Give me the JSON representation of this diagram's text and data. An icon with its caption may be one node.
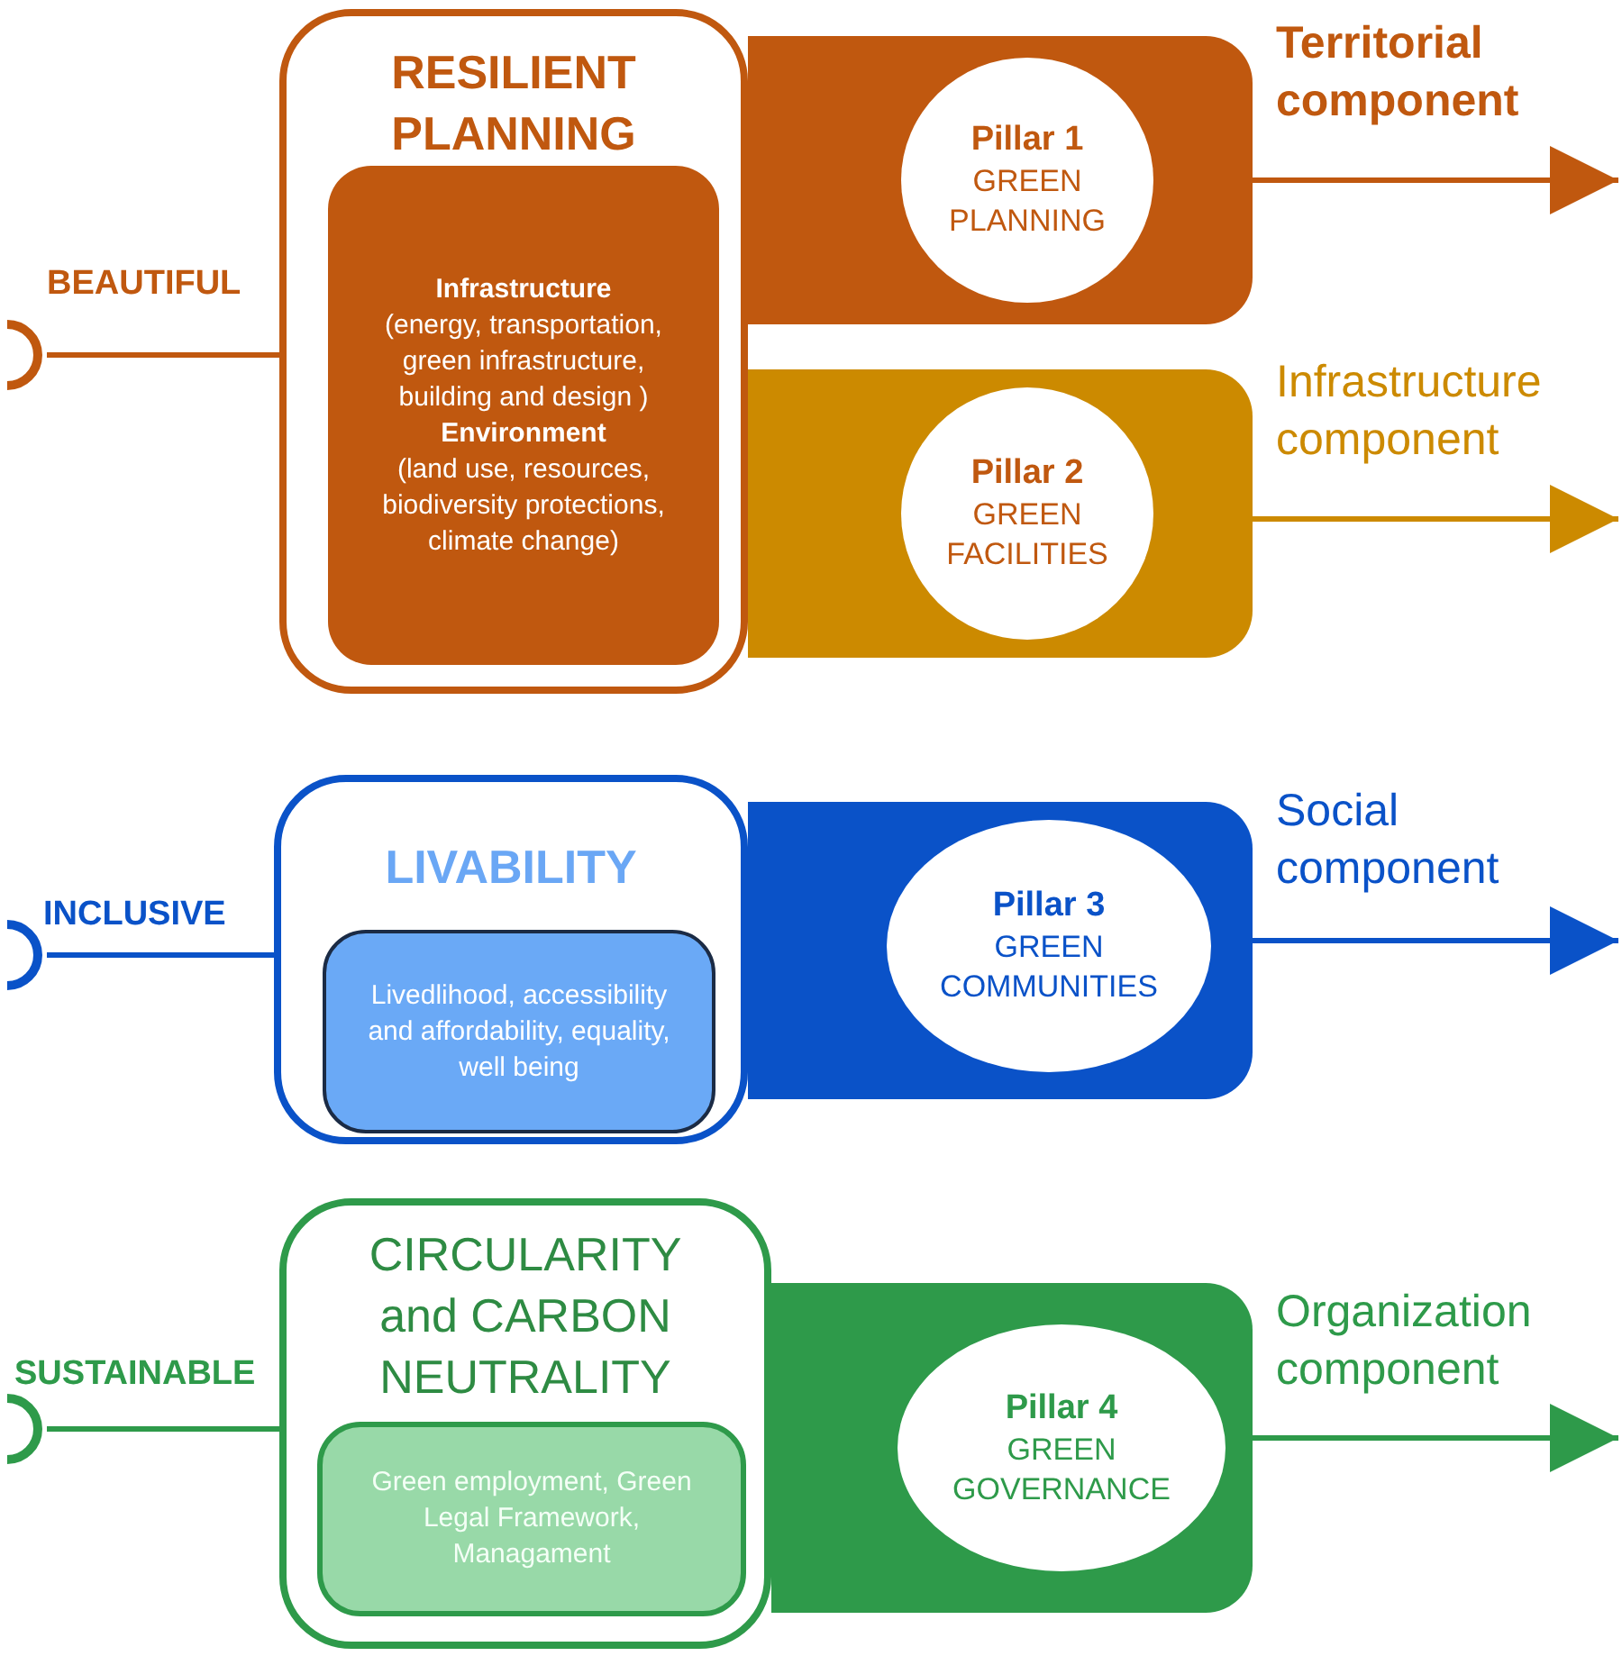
{
  "diagram": {
    "nodes": [
      {
        "text": [],
        "shape": "circle"
      },
      {
        "text": [
          "RESILIENT PLANNING"
        ]
      },
      {
        "text": [
          "Infrastructure",
          "(energy, transportation, green infrastructure, building and design )",
          "Environment",
          "(land use, resources, biodiversity protections, climate change)"
        ],
        "in": 1
      },
      {
        "text": [],
        "shape": "box"
      },
      {
        "text": [
          "Pillar 1",
          "GREEN PLANNING"
        ],
        "in": 3
      },
      {
        "text": [],
        "shape": "box"
      },
      {
        "text": [
          "Pillar 2",
          "GREEN FACILITIES"
        ],
        "in": 5
      },
      {
        "text": [],
        "shape": "circle"
      },
      {
        "text": [
          "LIVABILITY"
        ]
      },
      {
        "text": [
          "Livedlihood, accessibility and affordability, equality, well being"
        ],
        "in": 8
      },
      {
        "text": [],
        "shape": "box"
      },
      {
        "text": [
          "Pillar 3",
          "GREEN COMMUNITIES"
        ],
        "in": 10
      },
      {
        "text": [],
        "shape": "circle"
      },
      {
        "text": [
          "CIRCULARITY and CARBON NEUTRALITY"
        ]
      },
      {
        "text": [
          "Green employment, Green Legal Framework, Managament"
        ],
        "in": 13
      },
      {
        "text": [],
        "shape": "box"
      },
      {
        "text": [
          "Pillar 4",
          "GREEN GOVERNANCE"
        ],
        "in": 15
      }
    ],
    "edges": [
      {
        "from": 0,
        "to": 1,
        "arrow": "none",
        "label": "BEAUTIFUL",
        "color": "#c0580f"
      },
      {
        "from": 3,
        "to": null,
        "arrow": "to",
        "label": "Territorial component",
        "color": "#c0580f"
      },
      {
        "from": 5,
        "to": null,
        "arrow": "to",
        "label": "Infrastructure component",
        "color": "#cc8a00"
      },
      {
        "from": 7,
        "to": 8,
        "arrow": "none",
        "label": "INCLUSIVE",
        "color": "#0a52c8"
      },
      {
        "from": 10,
        "to": null,
        "arrow": "to",
        "label": "Social component",
        "color": "#0a52c8"
      },
      {
        "from": 12,
        "to": 13,
        "arrow": "none",
        "label": "SUSTAINABLE",
        "color": "#2e9a4a"
      },
      {
        "from": 15,
        "to": null,
        "arrow": "to",
        "label": "Organization component",
        "color": "#2e9a4a"
      }
    ]
  }
}
